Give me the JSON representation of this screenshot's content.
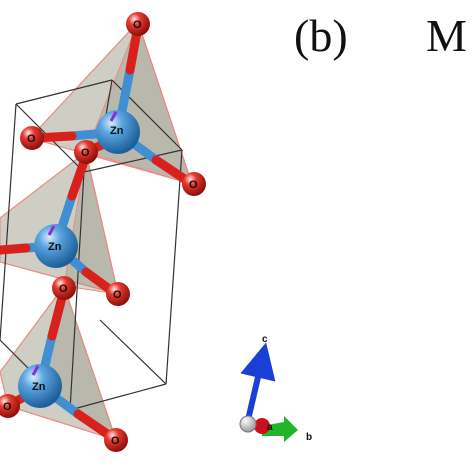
{
  "panel_label": "(b)",
  "header_letter": "M",
  "atoms": {
    "zn_label": "Zn",
    "o_label": "O"
  },
  "axes": {
    "c_label": "c",
    "a_label": "a",
    "b_label": "b"
  },
  "colors": {
    "zinc": "#3f8fd2",
    "oxygen": "#d8211c",
    "polyhedron": "#a7a696",
    "polyhedron_edge": "#ea8b84",
    "cell_edge": "#333333",
    "axis_c": "#1a3fd6",
    "axis_a": "#c8111a",
    "axis_b": "#22b52a"
  }
}
